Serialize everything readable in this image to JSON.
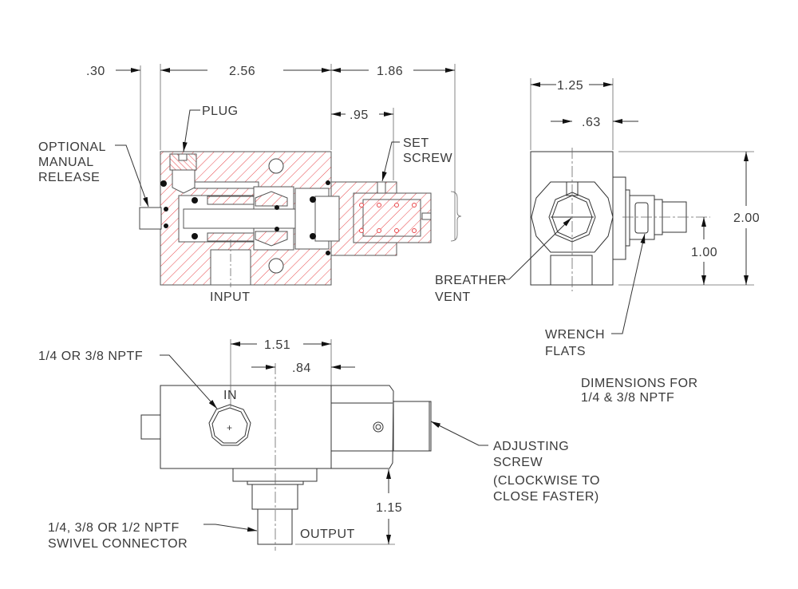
{
  "dimensions": {
    "top_release_offset": ".30",
    "body_length": "2.56",
    "adjuster_length": "1.86",
    "set_screw_offset": ".95",
    "side_width": "1.25",
    "side_half_width": ".63",
    "side_height": "2.00",
    "side_half_height": "1.00",
    "bottom_port_offset": "1.51",
    "bottom_center_offset": ".84",
    "output_height": "1.15"
  },
  "labels": {
    "plug": "PLUG",
    "optional_manual_release": [
      "OPTIONAL",
      "MANUAL",
      "RELEASE"
    ],
    "set_screw": [
      "SET",
      "SCREW"
    ],
    "input": "INPUT",
    "breather_vent": [
      "BREATHER",
      "VENT"
    ],
    "wrench_flats": [
      "WRENCH",
      "FLATS"
    ],
    "inlet_port": "1/4 OR 3/8 NPTF",
    "in": "IN",
    "adjusting_screw": [
      "ADJUSTING",
      "SCREW",
      "(CLOCKWISE TO",
      "CLOSE FASTER)"
    ],
    "swivel_connector": [
      "1/4, 3/8 OR 1/2 NPTF",
      "SWIVEL CONNECTOR"
    ],
    "output": "OUTPUT",
    "dimensions_note": [
      "DIMENSIONS FOR",
      "1/4 & 3/8 NPTF"
    ]
  },
  "colors": {
    "hatch": "#e8474a",
    "line": "#333333"
  }
}
